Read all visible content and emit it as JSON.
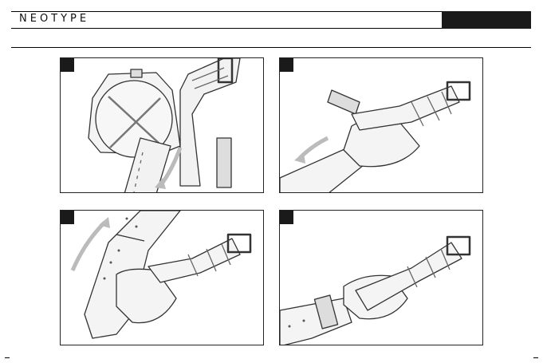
{
  "header": {
    "brand": "NEOTYPE",
    "accent_color": "#1a1a1a"
  },
  "steps": [
    {
      "id": 1,
      "illustration": "strap-threading-under-watch"
    },
    {
      "id": 2,
      "illustration": "strap-pulled-through-back"
    },
    {
      "id": 3,
      "illustration": "strap-looped-upward"
    },
    {
      "id": 4,
      "illustration": "strap-fully-installed"
    }
  ]
}
